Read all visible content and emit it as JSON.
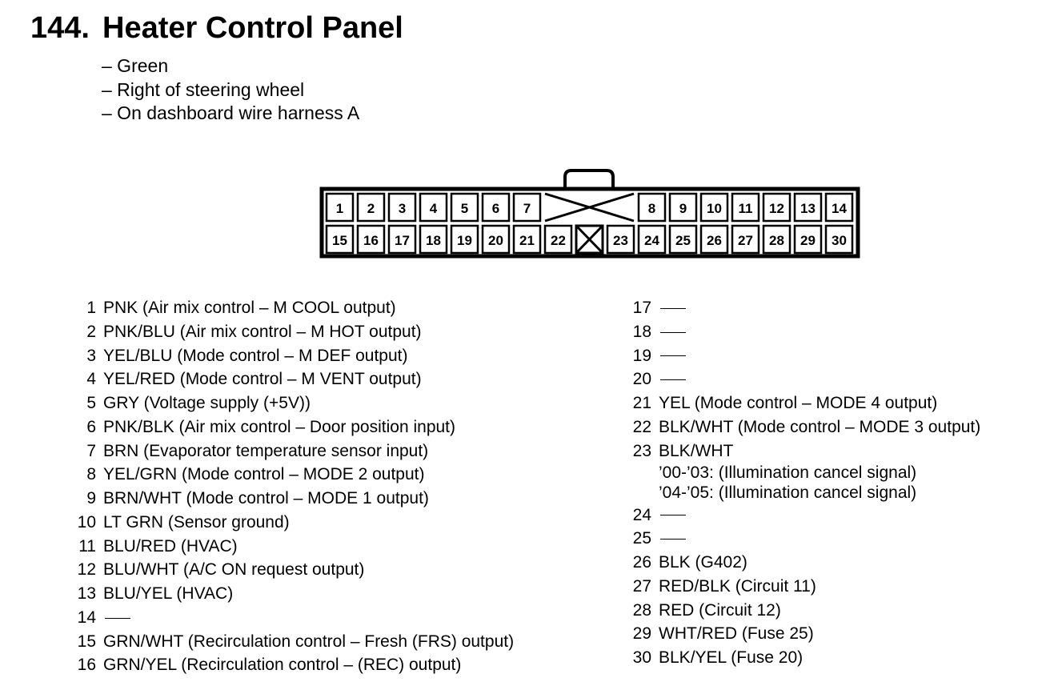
{
  "header": {
    "number": "144.",
    "title": "Heater Control Panel"
  },
  "notes": [
    "– Green",
    "– Right of steering wheel",
    "– On dashboard wire harness A"
  ],
  "connector": {
    "top_row": [
      "1",
      "2",
      "3",
      "4",
      "5",
      "6",
      "7",
      "",
      "",
      "",
      "8",
      "9",
      "10",
      "11",
      "12",
      "13",
      "14"
    ],
    "bottom_row": [
      "15",
      "16",
      "17",
      "18",
      "19",
      "20",
      "21",
      "22",
      "",
      "23",
      "24",
      "25",
      "26",
      "27",
      "28",
      "29",
      "30"
    ]
  },
  "pins_left": [
    {
      "num": "1",
      "text": "PNK (Air mix control – M COOL output)"
    },
    {
      "num": "2",
      "text": "PNK/BLU (Air mix control – M HOT output)"
    },
    {
      "num": "3",
      "text": "YEL/BLU (Mode control – M DEF output)"
    },
    {
      "num": "4",
      "text": "YEL/RED (Mode control – M VENT output)"
    },
    {
      "num": "5",
      "text": "GRY (Voltage supply (+5V))"
    },
    {
      "num": "6",
      "text": "PNK/BLK (Air mix control – Door position input)"
    },
    {
      "num": "7",
      "text": "BRN (Evaporator temperature sensor input)"
    },
    {
      "num": "8",
      "text": "YEL/GRN (Mode control – MODE 2 output)"
    },
    {
      "num": "9",
      "text": "BRN/WHT (Mode control – MODE 1 output)"
    },
    {
      "num": "10",
      "text": "LT GRN (Sensor ground)"
    },
    {
      "num": "11",
      "text": "BLU/RED (HVAC)"
    },
    {
      "num": "12",
      "text": "BLU/WHT (A/C ON request output)"
    },
    {
      "num": "13",
      "text": "BLU/YEL (HVAC)"
    },
    {
      "num": "14",
      "text": ""
    },
    {
      "num": "15",
      "text": "GRN/WHT (Recirculation control – Fresh (FRS) output)"
    },
    {
      "num": "16",
      "text": "GRN/YEL (Recirculation control – (REC) output)"
    }
  ],
  "pins_right": [
    {
      "num": "17",
      "text": ""
    },
    {
      "num": "18",
      "text": ""
    },
    {
      "num": "19",
      "text": ""
    },
    {
      "num": "20",
      "text": ""
    },
    {
      "num": "21",
      "text": "YEL (Mode control – MODE 4 output)"
    },
    {
      "num": "22",
      "text": "BLK/WHT (Mode control – MODE 3 output)"
    },
    {
      "num": "23",
      "text": "BLK/WHT",
      "sub": [
        "’00-’03: (Illumination cancel signal)",
        "’04-’05: (Illumination cancel signal)"
      ]
    },
    {
      "num": "24",
      "text": ""
    },
    {
      "num": "25",
      "text": ""
    },
    {
      "num": "26",
      "text": "BLK (G402)"
    },
    {
      "num": "27",
      "text": "RED/BLK (Circuit 11)"
    },
    {
      "num": "28",
      "text": "RED (Circuit 12)"
    },
    {
      "num": "29",
      "text": "WHT/RED (Fuse 25)"
    },
    {
      "num": "30",
      "text": "BLK/YEL (Fuse 20)"
    }
  ]
}
